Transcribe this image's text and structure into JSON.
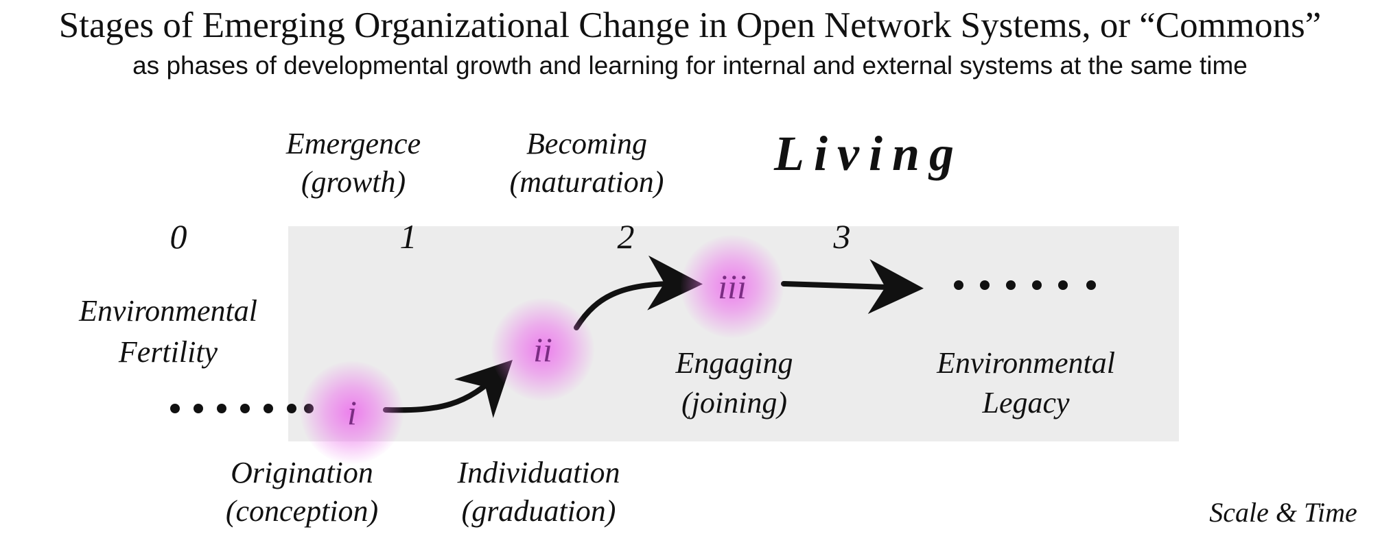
{
  "title": "Stages of Emerging Organizational Change in Open Network Systems, or “Commons”",
  "subtitle": "as phases of developmental growth and learning for internal and external systems at the same time",
  "upper_labels": {
    "emergence": "Emergence",
    "emergence_sub": "(growth)",
    "becoming": "Becoming",
    "becoming_sub": "(maturation)",
    "living": "Living"
  },
  "stage_numbers": [
    "0",
    "1",
    "2",
    "3"
  ],
  "nodes": [
    "i",
    "ii",
    "iii"
  ],
  "side_labels": {
    "env_fertility_1": "Environmental",
    "env_fertility_2": "Fertility",
    "engaging": "Engaging",
    "engaging_sub": "(joining)",
    "env_legacy_1": "Environmental",
    "env_legacy_2": "Legacy"
  },
  "lower_labels": {
    "origination": "Origination",
    "origination_sub": "(conception)",
    "individuation": "Individuation",
    "individuation_sub": "(graduation)"
  },
  "axis_label": "Scale & Time",
  "colors": {
    "node_glow": "#ec78ec",
    "node_text": "#7a2c82",
    "panel": "#ececec"
  }
}
